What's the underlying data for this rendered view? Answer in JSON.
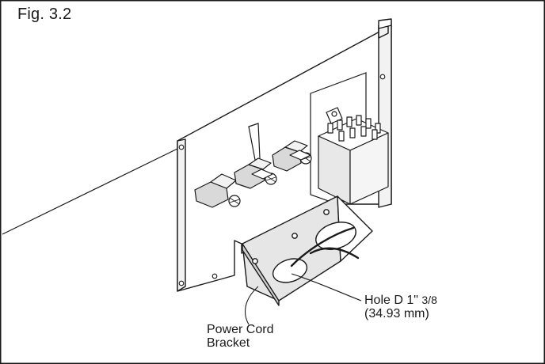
{
  "figure": {
    "label": "Fig. 3.2"
  },
  "callouts": {
    "hole": {
      "line1_prefix": "Hole D 1\"",
      "line1_fraction": "3/8",
      "line2": "(34.93 mm)"
    },
    "bracket": {
      "line1": "Power Cord",
      "line2": "Bracket"
    }
  },
  "colors": {
    "ink": "#1a1a1a",
    "panel_fill": "#ffffff",
    "bracket_fill": "#e6e6e6",
    "knob_fill": "#d9d9d9",
    "relay_fill": "#e8e8e8"
  }
}
